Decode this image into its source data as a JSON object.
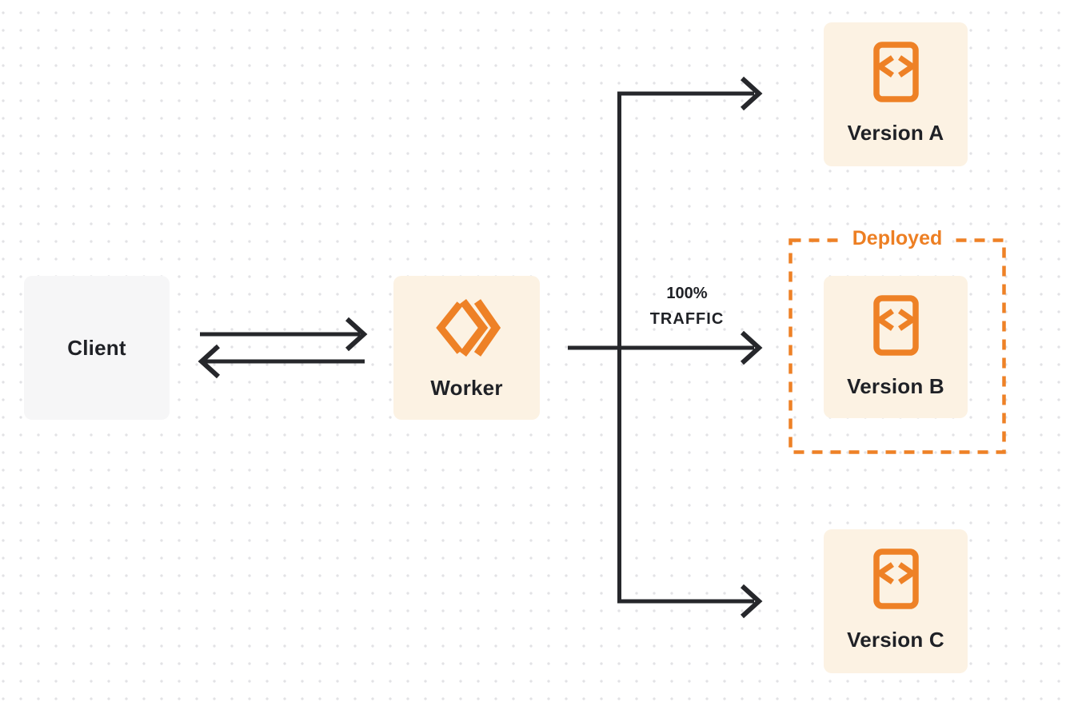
{
  "diagram": {
    "title": "worker-traffic-routing-diagram",
    "colors": {
      "accent_orange": "#ee8126",
      "node_cream": "#fcf2e3",
      "node_gray": "#f6f6f7",
      "line_dark": "#26272b",
      "text_dark": "#1f2126",
      "dot_grid": "#e2e2e5"
    },
    "nodes": {
      "client": {
        "label": "Client"
      },
      "worker": {
        "label": "Worker",
        "icon": "workers-logo-icon"
      },
      "version_a": {
        "label": "Version A",
        "icon": "code-file-icon"
      },
      "version_b": {
        "label": "Version B",
        "icon": "code-file-icon",
        "status": "Deployed"
      },
      "version_c": {
        "label": "Version C",
        "icon": "code-file-icon"
      }
    },
    "annotations": {
      "deployed": {
        "label": "Deployed"
      },
      "traffic": {
        "line1": "100%",
        "line2": "TRAFFIC"
      }
    },
    "edges": [
      {
        "from": "client",
        "to": "worker",
        "direction": "right"
      },
      {
        "from": "worker",
        "to": "client",
        "direction": "left"
      },
      {
        "from": "worker",
        "to": "version_b",
        "label": "100% TRAFFIC"
      },
      {
        "from": "worker",
        "to": "version_a"
      },
      {
        "from": "worker",
        "to": "version_c"
      }
    ]
  }
}
